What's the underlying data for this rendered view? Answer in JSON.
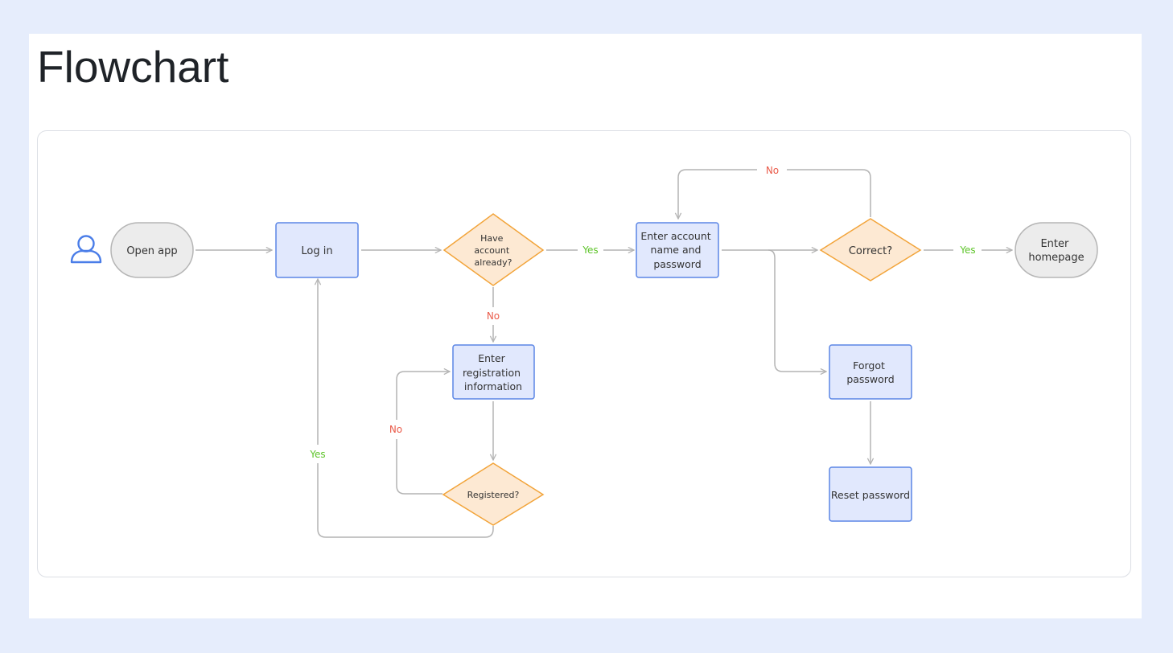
{
  "page": {
    "title": "Flowchart"
  },
  "colors": {
    "process_fill": "#e1e8fd",
    "process_stroke": "#5b86e5",
    "decision_fill": "#fde9d3",
    "decision_stroke": "#f2a43a",
    "terminal_fill": "#ececec",
    "terminal_stroke": "#b5b5b5",
    "line": "#b4b4b4",
    "yes": "#5ec42a",
    "no": "#ea5b4a",
    "user_icon": "#4a7de8"
  },
  "nodes": {
    "open_app": {
      "lines": [
        "Open app"
      ]
    },
    "log_in": {
      "lines": [
        "Log in"
      ]
    },
    "have_account": {
      "lines": [
        "Have",
        "account",
        "already?"
      ]
    },
    "enter_account": {
      "lines": [
        "Enter account",
        "name and",
        "password"
      ]
    },
    "correct": {
      "lines": [
        "Correct?"
      ]
    },
    "enter_homepage": {
      "lines": [
        "Enter",
        "homepage"
      ]
    },
    "enter_registration": {
      "lines": [
        "Enter",
        "registration",
        "information"
      ]
    },
    "registered": {
      "lines": [
        "Registered?"
      ]
    },
    "forgot_password": {
      "lines": [
        "Forgot",
        "password"
      ]
    },
    "reset_password": {
      "lines": [
        "Reset password"
      ]
    }
  },
  "edge_labels": {
    "have_account_yes": "Yes",
    "have_account_no": "No",
    "correct_yes": "Yes",
    "correct_no": "No",
    "registered_no": "No",
    "registered_yes": "Yes"
  }
}
